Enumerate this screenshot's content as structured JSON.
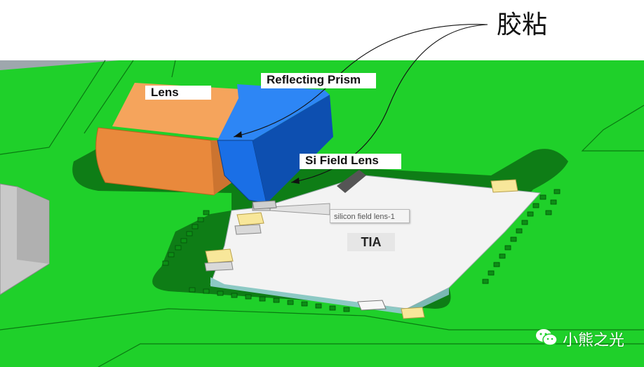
{
  "colors": {
    "board_green": "#1fd02a",
    "board_dark": "#0e7d16",
    "lens_orange": "#e9893c",
    "prism_blue": "#1a6fe6",
    "chip_white": "#f3f3f3",
    "pad_yellow": "#f8e79a"
  },
  "annotation": {
    "glue": "胶粘"
  },
  "labels": {
    "lens": "Lens",
    "prism": "Reflecting Prism",
    "si_field": "Si Field Lens",
    "tia": "TIA",
    "tooltip": "silicon field lens-1"
  },
  "watermark": {
    "icon": "wechat-icon",
    "text": "小熊之光"
  }
}
